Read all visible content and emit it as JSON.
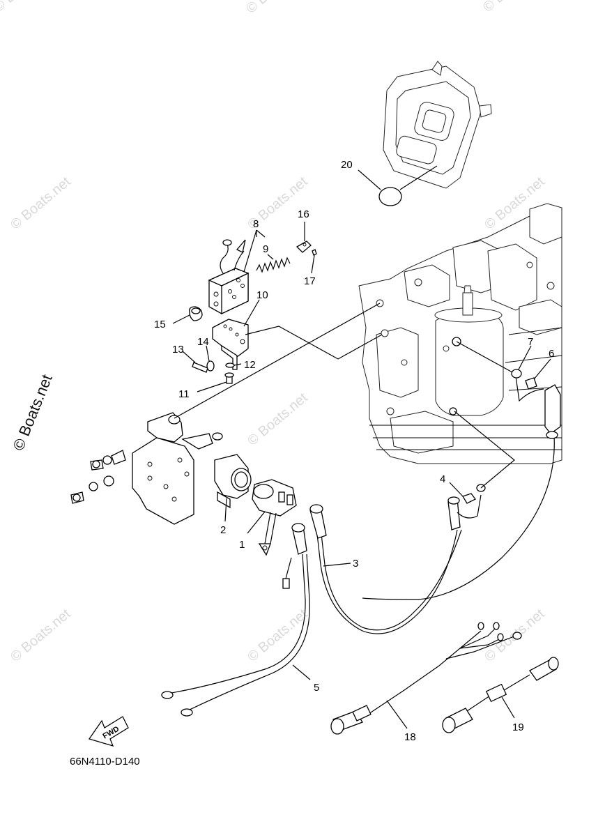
{
  "diagram": {
    "code": "66N4110-D140",
    "watermark_main": "© Boats.net",
    "watermark_faint": "© Boats.net",
    "fwd_label": "FWD",
    "callouts": [
      "1",
      "2",
      "3",
      "4",
      "5",
      "6",
      "7",
      "8",
      "9",
      "10",
      "11",
      "12",
      "13",
      "14",
      "15",
      "16",
      "17",
      "18",
      "19",
      "20"
    ]
  }
}
